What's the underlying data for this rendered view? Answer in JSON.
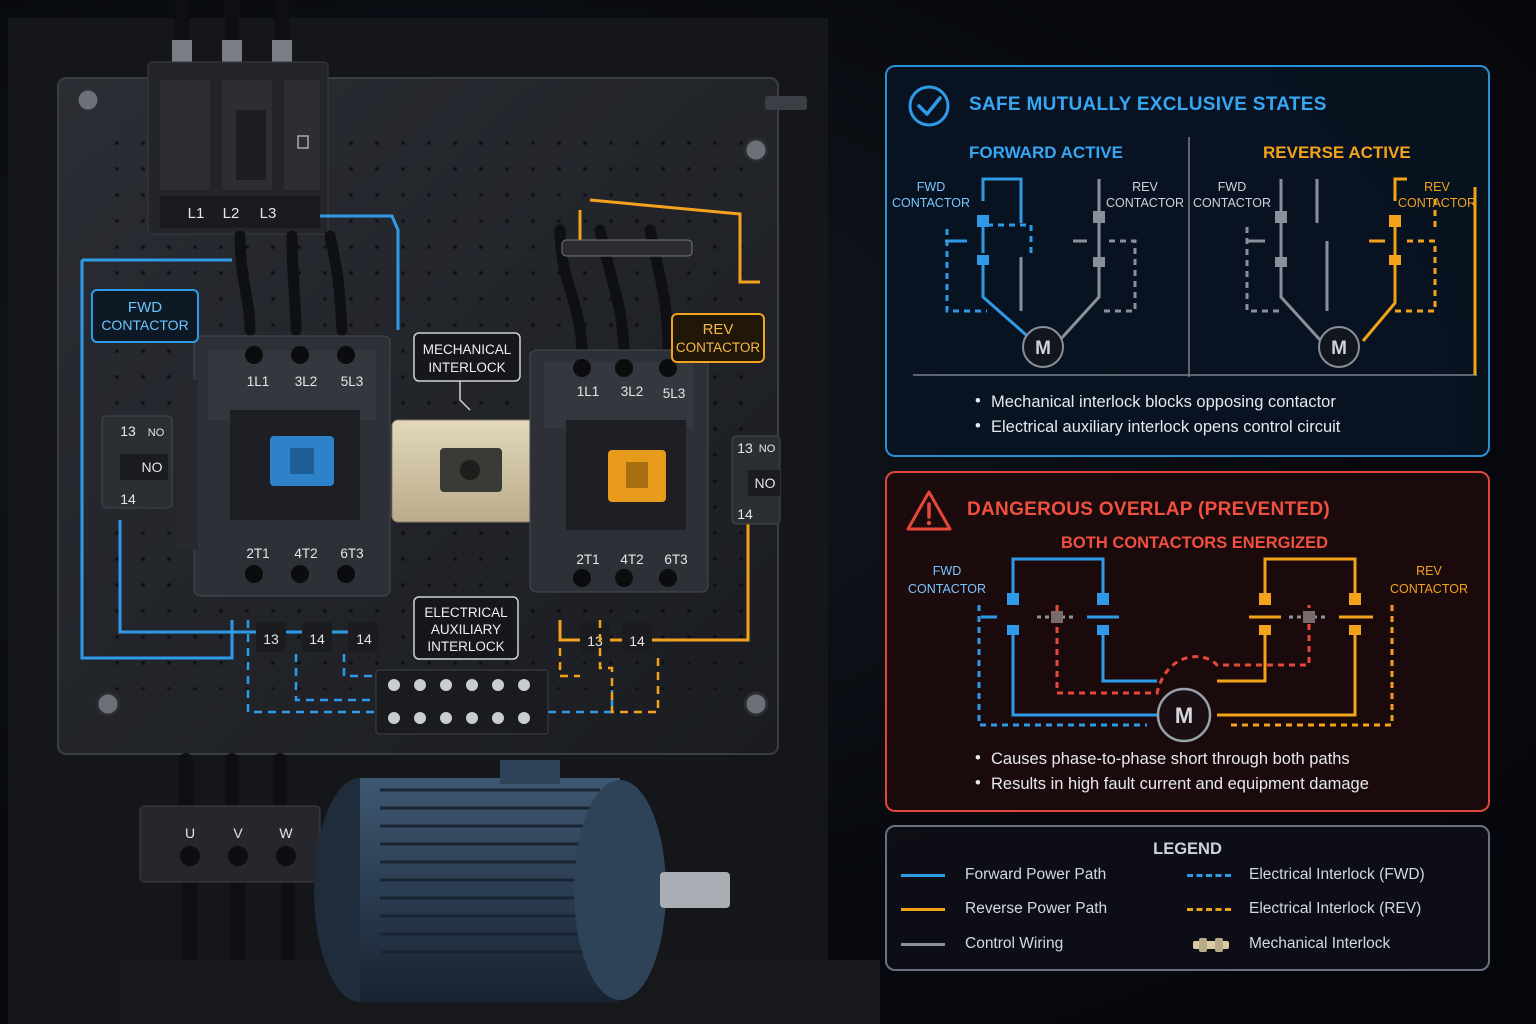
{
  "panel_labels": {
    "fwd": [
      "FWD",
      "CONTACTOR"
    ],
    "rev": [
      "REV",
      "CONTACTOR"
    ],
    "mech": [
      "MECHANICAL",
      "INTERLOCK"
    ],
    "elec": [
      "ELECTRICAL",
      "AUXILIARY",
      "INTERLOCK"
    ],
    "supply_terminals": [
      "L1",
      "L2",
      "L3"
    ],
    "motor_terminals": [
      "U",
      "V",
      "W"
    ],
    "contactor_top": [
      "1L1",
      "3L2",
      "5L3"
    ],
    "contactor_bottom": [
      "2T1",
      "4T2",
      "6T3"
    ],
    "aux_block": {
      "t13": "13",
      "no": "NO",
      "t14": "14",
      "no_small": "NO"
    },
    "aux_terms": [
      "13",
      "14",
      "14",
      "13",
      "14"
    ]
  },
  "safe": {
    "title": "SAFE MUTUALLY EXCLUSIVE STATES",
    "forward_title": "FORWARD ACTIVE",
    "reverse_title": "REVERSE ACTIVE",
    "fwd_label": [
      "FWD",
      "CONTACTOR"
    ],
    "rev_label": [
      "REV",
      "CONTACTOR"
    ],
    "motor": "M",
    "bullets": [
      "Mechanical interlock blocks opposing contactor",
      "Electrical auxiliary interlock opens control circuit"
    ]
  },
  "danger": {
    "title": "DANGEROUS OVERLAP (PREVENTED)",
    "subtitle": "BOTH CONTACTORS ENERGIZED",
    "fwd_label": [
      "FWD",
      "CONTACTOR"
    ],
    "rev_label": [
      "REV",
      "CONTACTOR"
    ],
    "motor": "M",
    "bullets": [
      "Causes phase-to-phase short through both paths",
      "Results in high fault current and equipment damage"
    ]
  },
  "legend": {
    "title": "LEGEND",
    "items": [
      {
        "label": "Forward Power Path",
        "color": "#2f9be8",
        "style": "solid"
      },
      {
        "label": "Reverse Power Path",
        "color": "#f3a21c",
        "style": "solid"
      },
      {
        "label": "Control Wiring",
        "color": "#8a909a",
        "style": "solid"
      },
      {
        "label": "Electrical Interlock (FWD)",
        "color": "#2f9be8",
        "style": "dashed"
      },
      {
        "label": "Electrical Interlock (REV)",
        "color": "#f3a21c",
        "style": "dashed"
      },
      {
        "label": "Mechanical Interlock",
        "color": "#d9caa3",
        "style": "block"
      }
    ]
  },
  "colors": {
    "forward": "#2f9be8",
    "reverse": "#f3a21c",
    "control": "#8a909a",
    "danger": "#e8473b",
    "safe_border": "#2a8fd6"
  }
}
